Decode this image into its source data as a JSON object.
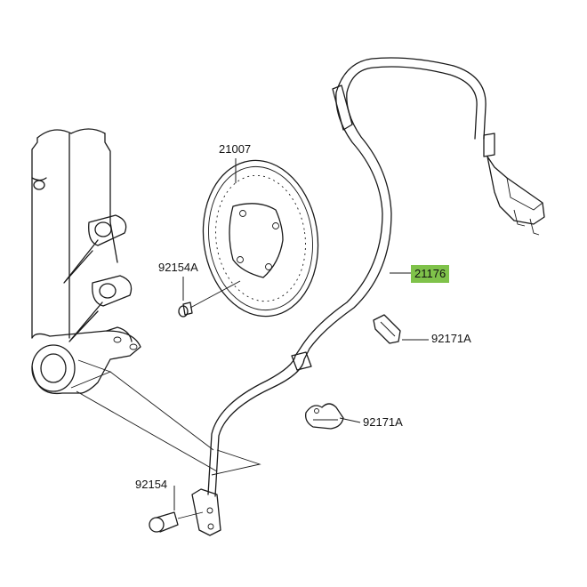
{
  "parts": [
    {
      "id": "rotor",
      "number": "21007"
    },
    {
      "id": "sensor",
      "number": "21176",
      "highlighted": true,
      "highlight_color": "#7fc24a"
    },
    {
      "id": "rotor-bolt",
      "number": "92154A"
    },
    {
      "id": "clamp-upper",
      "number": "92171A"
    },
    {
      "id": "clamp-lower",
      "number": "92171A"
    },
    {
      "id": "sensor-bolt",
      "number": "92154"
    }
  ]
}
